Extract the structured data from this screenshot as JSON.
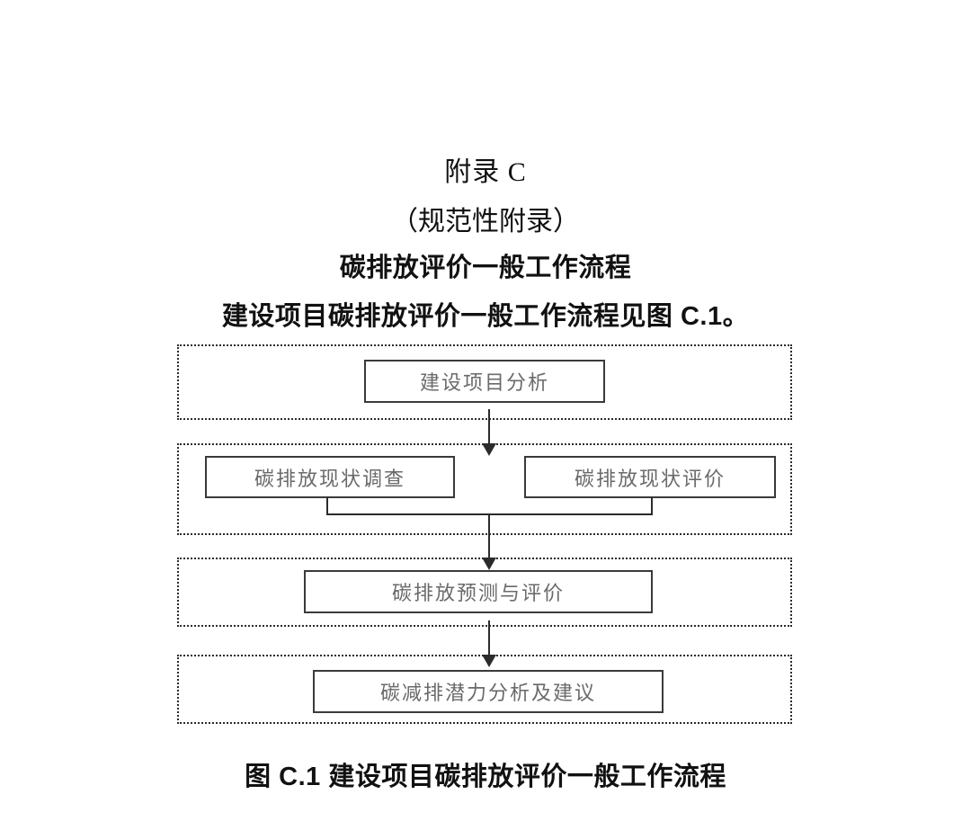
{
  "document": {
    "appendix_title": "附录 C",
    "appendix_subtitle": "（规范性附录）",
    "appendix_heading": "碳排放评价一般工作流程",
    "intro_line": "建设项目碳排放评价一般工作流程见图 C.1。",
    "figure_caption": "图 C.1  建设项目碳排放评价一般工作流程"
  },
  "colors": {
    "page_background": "#ffffff",
    "text": "#111111",
    "node_text": "#6a6a6a",
    "node_border": "#3a3a3a",
    "group_border": "#2b2b2b",
    "connector": "#2b2b2b"
  },
  "chart_data": {
    "type": "diagram",
    "title": "图 C.1  建设项目碳排放评价一般工作流程",
    "diagram_kind": "flowchart",
    "direction": "top-to-bottom",
    "stages": [
      {
        "id": "stage-1",
        "nodes": [
          {
            "id": "node-project-analysis",
            "label": "建设项目分析"
          }
        ]
      },
      {
        "id": "stage-2",
        "nodes": [
          {
            "id": "node-status-survey",
            "label": "碳排放现状调查"
          },
          {
            "id": "node-status-evaluation",
            "label": "碳排放现状评价"
          }
        ]
      },
      {
        "id": "stage-3",
        "nodes": [
          {
            "id": "node-forecast-evaluate",
            "label": "碳排放预测与评价"
          }
        ]
      },
      {
        "id": "stage-4",
        "nodes": [
          {
            "id": "node-reduction-advice",
            "label": "碳减排潜力分析及建议"
          }
        ]
      }
    ],
    "edges": [
      {
        "from": "stage-1",
        "to": "stage-2",
        "style": "arrow"
      },
      {
        "from": "node-status-survey",
        "to": "merge",
        "style": "line"
      },
      {
        "from": "node-status-evaluation",
        "to": "merge",
        "style": "line"
      },
      {
        "from": "stage-2",
        "to": "stage-3",
        "style": "arrow"
      },
      {
        "from": "stage-3",
        "to": "stage-4",
        "style": "arrow"
      }
    ]
  }
}
